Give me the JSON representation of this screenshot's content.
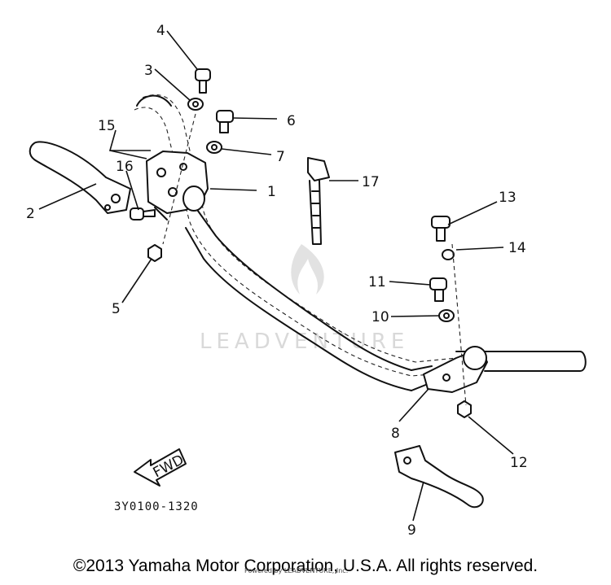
{
  "diagram": {
    "callouts": [
      "1",
      "2",
      "3",
      "4",
      "5",
      "6",
      "7",
      "8",
      "9",
      "10",
      "11",
      "12",
      "13",
      "14",
      "15",
      "16",
      "17"
    ],
    "part_number": "3Y0100-1320",
    "arrow_label": "FWD",
    "watermark": "LEADVENTURE"
  },
  "footer": {
    "copyright": "©2013 Yamaha Motor Corporation, U.S.A. All rights reserved.",
    "copyright_small": "Powered by LEADVENTURE, Inc."
  }
}
